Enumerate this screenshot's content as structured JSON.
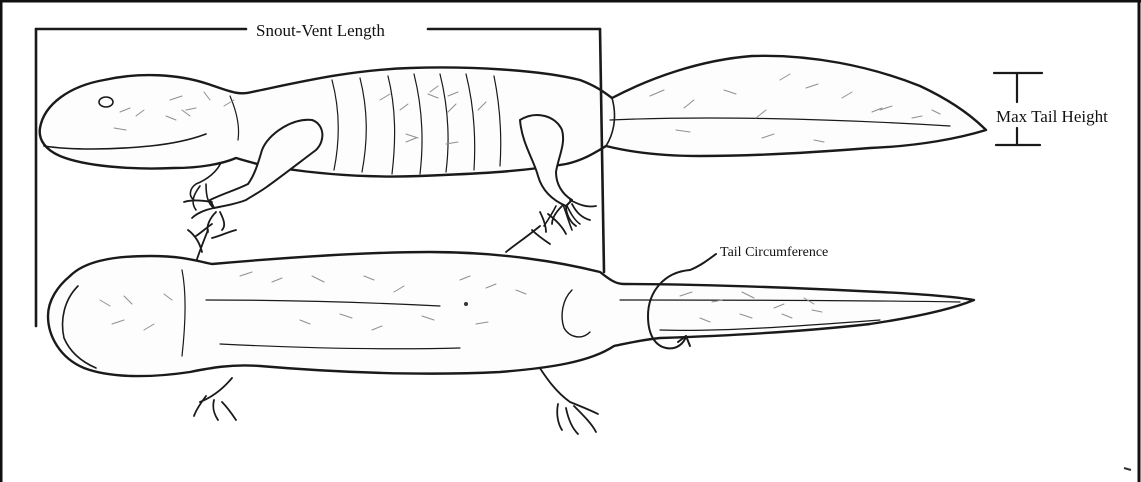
{
  "labels": {
    "snout_vent": "Snout-Vent Length",
    "max_tail_height": "Max Tail Height",
    "tail_circumference": "Tail Circumference"
  },
  "colors": {
    "background": "#ffffff",
    "ink": "#1a1a1a",
    "frame": "#111111",
    "shading": "#8f8f8f"
  }
}
